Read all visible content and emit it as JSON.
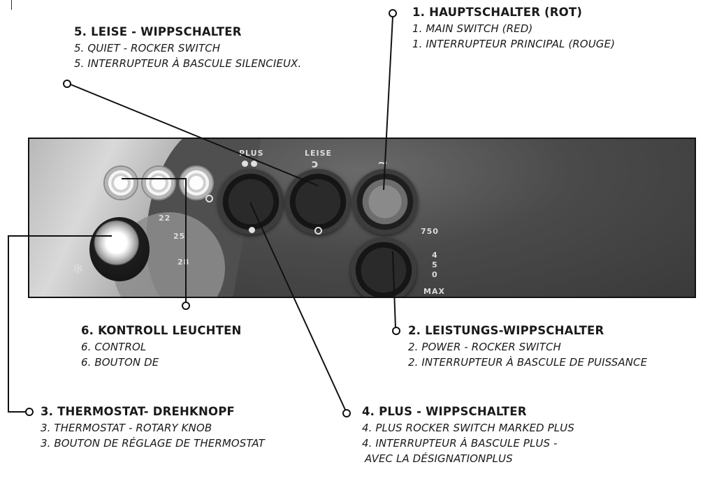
{
  "panel": {
    "plus_label": "PLUS",
    "leise_label": "LEISE",
    "watt_750": "750",
    "watt_4": "4",
    "watt_5": "5",
    "watt_0": "0",
    "max_label": "MAX",
    "dial_22": "22",
    "dial_25": "25",
    "dial_28": "28"
  },
  "callouts": {
    "main_switch": {
      "title": "1. HAUPTSCHALTER (ROT)",
      "en": "1. MAIN SWITCH (RED)",
      "fr": "1. INTERRUPTEUR PRINCIPAL (ROUGE)"
    },
    "quiet_switch": {
      "title": "5. LEISE - WIPPSCHALTER",
      "en": "5. QUIET - ROCKER SWITCH",
      "fr": "5. INTERRUPTEUR À BASCULE SILENCIEUX."
    },
    "control_lamps": {
      "title": "6. KONTROLL LEUCHTEN",
      "en": "6. CONTROL",
      "fr": "6. BOUTON DE"
    },
    "power_switch": {
      "title": "2. LEISTUNGS-WIPPSCHALTER",
      "en": "2. POWER - ROCKER SWITCH",
      "fr": "2. INTERRUPTEUR À BASCULE DE PUISSANCE"
    },
    "thermostat": {
      "title": "3. THERMOSTAT- DREHKNOPF",
      "en": "3. THERMOSTAT - ROTARY KNOB",
      "fr": "3. BOUTON DE RÉGLAGE DE THERMOSTAT"
    },
    "plus_switch": {
      "title": "4. PLUS - WIPPSCHALTER",
      "en": "4. PLUS ROCKER SWITCH MARKED PLUS",
      "fr": "4. INTERRUPTEUR À BASCULE PLUS -",
      "fr2": "AVEC LA DÉSIGNATIONPLUS"
    }
  }
}
